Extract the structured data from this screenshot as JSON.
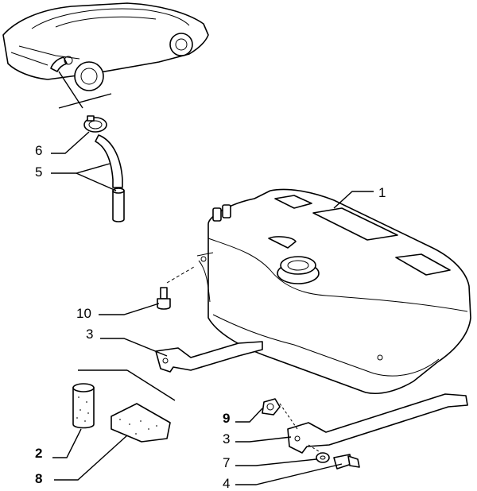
{
  "callouts": [
    {
      "id": "1",
      "text": "1"
    },
    {
      "id": "2",
      "text": "2"
    },
    {
      "id": "3a",
      "text": "3"
    },
    {
      "id": "3b",
      "text": "3"
    },
    {
      "id": "4",
      "text": "4"
    },
    {
      "id": "5",
      "text": "5"
    },
    {
      "id": "6",
      "text": "6"
    },
    {
      "id": "7",
      "text": "7"
    },
    {
      "id": "8",
      "text": "8"
    },
    {
      "id": "9",
      "text": "9"
    },
    {
      "id": "10",
      "text": "10"
    }
  ]
}
